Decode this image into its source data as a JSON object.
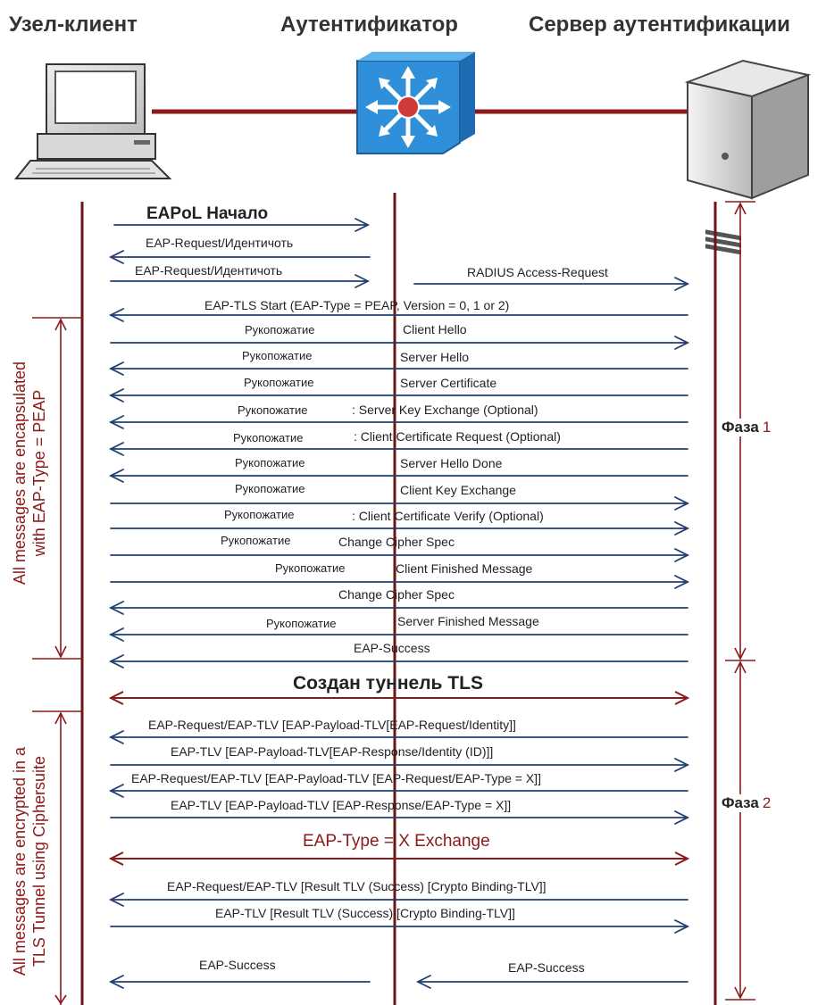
{
  "headers": {
    "client": "Узел-клиент",
    "authenticator": "Аутентификатор",
    "server": "Сервер аутентификации"
  },
  "icons": {
    "client": "desktop-computer-icon",
    "authenticator": "network-switch-icon",
    "server": "tower-server-icon"
  },
  "colors": {
    "link_line": "#8b1a1a",
    "lifeline": "#6b1515",
    "arrow": "#1f3f73",
    "bracket": "#8b1a1a",
    "switch_face": "#2f8fd8"
  },
  "messages": {
    "eapol_start": "EAPoL Начало",
    "id_request": "EAP-Request/Идентичоть",
    "id_response": "EAP-Request/Идентичоть",
    "radius": "RADIUS Access-Request",
    "tls_start": "EAP-TLS Start (EAP-Type = PEAP, Version = 0, 1 or 2)",
    "hs1_left": "Рукопожатие",
    "hs1_right": "Client Hello",
    "hs2_left": "Рукопожатие",
    "hs2_right": "Server Hello",
    "hs3_left": "Рукопожатие",
    "hs3_right": "Server Certificate",
    "hs4_left": "Рукопожатие",
    "hs4_right": ": Server Key Exchange (Optional)",
    "hs5_left": "Рукопожатие",
    "hs5_right": ": Client Certificate Request (Optional)",
    "hs6_left": "Рукопожатие",
    "hs6_right": "Server Hello Done",
    "hs7_left": "Рукопожатие",
    "hs7_right": "Client Key Exchange",
    "hs8_left": "Рукопожатие",
    "hs8_right": ": Client Certificate Verify (Optional)",
    "hs9_left": "Рукопожатие",
    "hs9_right": "Change Cipher Spec",
    "hs10_left": "Рукопожатие",
    "hs10_right": "Client Finished Message",
    "hs11_right": "Change Cipher Spec",
    "hs12_left": "Рукопожатие",
    "hs12_right": "Server Finished Message",
    "eap_success_1": "EAP-Success",
    "tunnel": "Создан туннель TLS",
    "p2_1": "EAP-Request/EAP-TLV [EAP-Payload-TLV[EAP-Request/Identity]]",
    "p2_2": "EAP-TLV [EAP-Payload-TLV[EAP-Response/Identity (ID)]]",
    "p2_3": "EAP-Request/EAP-TLV [EAP-Payload-TLV [EAP-Request/EAP-Type = X]]",
    "p2_4": "EAP-TLV [EAP-Payload-TLV [EAP-Response/EAP-Type = X]]",
    "p2_exchange": "EAP-Type = X Exchange",
    "p2_5": "EAP-Request/EAP-TLV [Result TLV (Success) [Crypto Binding-TLV]]",
    "p2_6": "EAP-TLV [Result TLV (Success) [Crypto Binding-TLV]]",
    "final_left": "EAP-Success",
    "final_right": "EAP-Success"
  },
  "side_notes": {
    "peap_1": "All messages are encapsulated",
    "peap_2": "with EAP-Type = PEAP",
    "tls_1": "All messages are encrypted in a",
    "tls_2": "TLS Tunnel using Ciphersuite"
  },
  "phases": {
    "phase1_word": "Фаза",
    "phase1_num": "1",
    "phase2_word": "Фаза",
    "phase2_num": "2"
  }
}
